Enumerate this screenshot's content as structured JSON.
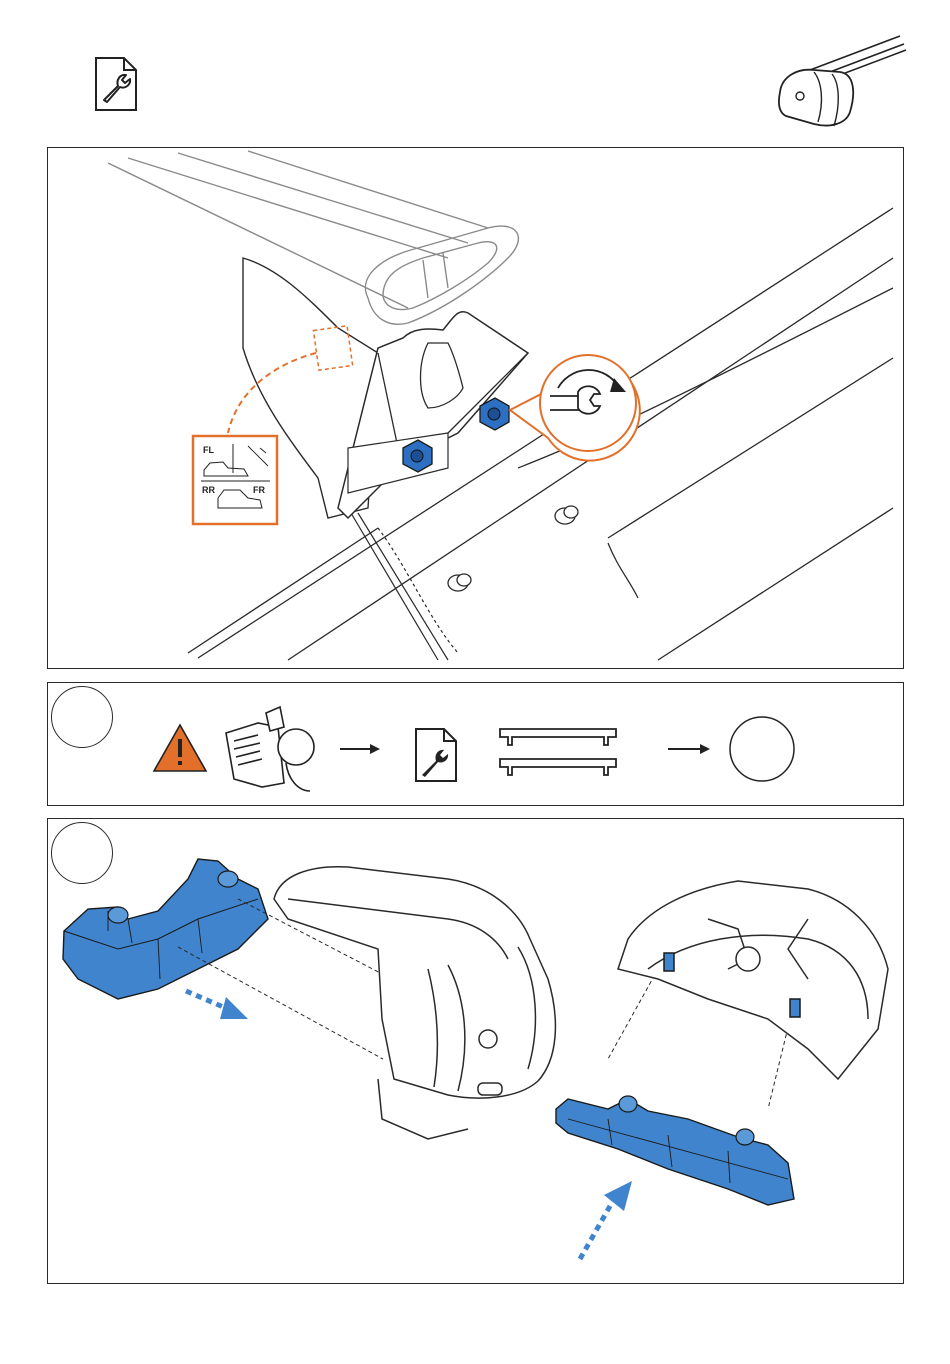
{
  "colors": {
    "accent_orange": "#e2702b",
    "part_blue": "#3f84cc",
    "nut_blue": "#2d6fc2",
    "line": "#2a2a2a",
    "warning_orange": "#e2702b"
  },
  "header": {
    "left_icon": "manual-wrench-icon",
    "right_icon": "roof-rack-foot-icon"
  },
  "panel1": {
    "sticker": {
      "fl": "FL",
      "rr": "RR",
      "fr": "FR"
    },
    "callout_icon": "tighten-wrench-icon"
  },
  "panel2": {
    "icons": [
      "warning-icon",
      "read-manual-icon",
      "arrow-right-icon",
      "manual-wrench-icon",
      "crossbars-icon",
      "arrow-right-icon",
      "empty-step-circle"
    ]
  },
  "panel3": {
    "icons": [
      "foot-cover-blue-part",
      "roof-rack-foot",
      "foot-cover-underside",
      "arrow-dotted-icon"
    ]
  }
}
